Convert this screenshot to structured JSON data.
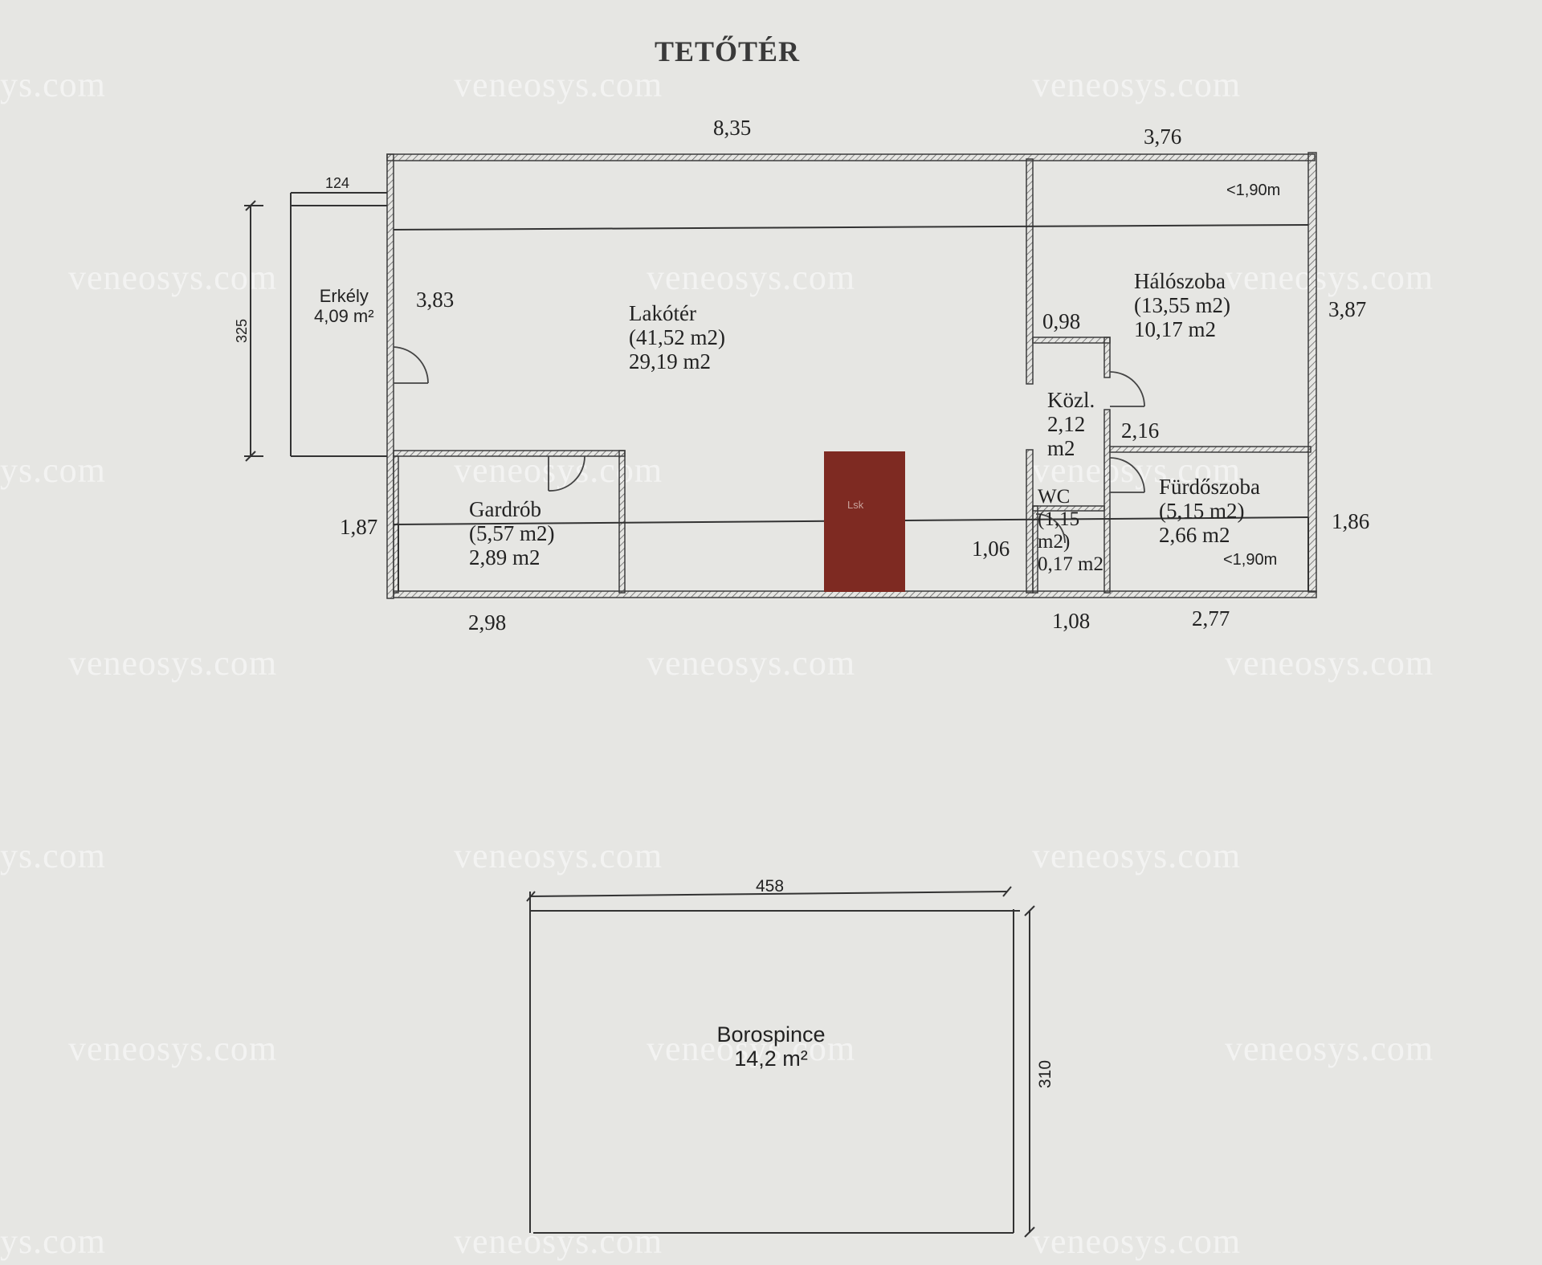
{
  "title": "TETŐTÉR",
  "watermark": "veneosys.com",
  "attic_floor": {
    "dimensions": {
      "top_left_width": "8,35",
      "top_right_width": "3,76",
      "balcony_width": "124",
      "balcony_depth": "325",
      "left_wall_upper": "3,83",
      "right_wall_upper": "3,87",
      "left_wall_lower": "1,87",
      "right_wall_lower": "1,86",
      "bottom_left": "2,98",
      "bottom_mid": "1,08",
      "bottom_right": "2,77",
      "corridor_width": "0,98",
      "corridor_length": "2,16",
      "inner_lower": "1,06"
    },
    "height_notes": {
      "top_right": "<1,90m",
      "bottom_right": "<1,90m"
    },
    "rooms": {
      "balcony": {
        "name": "Erkély",
        "area": "4,09 m²"
      },
      "living": {
        "name": "Lakótér",
        "gross": "(41,52 m2)",
        "net": "29,19 m2"
      },
      "bedroom": {
        "name": "Hálószoba",
        "gross": "(13,55 m2)",
        "net": "10,17 m2"
      },
      "corridor": {
        "name": "Közl.",
        "net_line1": "2,12",
        "net_line2": "m2"
      },
      "wardrobe": {
        "name": "Gardrób",
        "gross": "(5,57 m2)",
        "net": "2,89 m2"
      },
      "wc": {
        "name": "WC",
        "gross_line1": "(1,15",
        "gross_line2": "m2)",
        "net": "0,17 m2"
      },
      "bathroom": {
        "name": "Fürdőszoba",
        "gross": "(5,15 m2)",
        "net": "2,66 m2"
      },
      "stair": {
        "label": "Lsk"
      }
    }
  },
  "cellar": {
    "name": "Borospince",
    "area": "14,2 m²",
    "width": "458",
    "depth": "310"
  },
  "colors": {
    "background": "#e6e6e3",
    "line": "#3c3c3c",
    "stair_fill": "#7e2a22"
  }
}
